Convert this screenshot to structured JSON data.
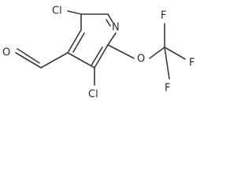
{
  "molecule": {
    "atoms": {
      "cl_top": "Cl",
      "nitrogen": "N",
      "oxygen_aldehyde": "O",
      "oxygen_ether": "O",
      "cl_bottom": "Cl",
      "f_top": "F",
      "f_right": "F",
      "f_bottom": "F"
    }
  }
}
